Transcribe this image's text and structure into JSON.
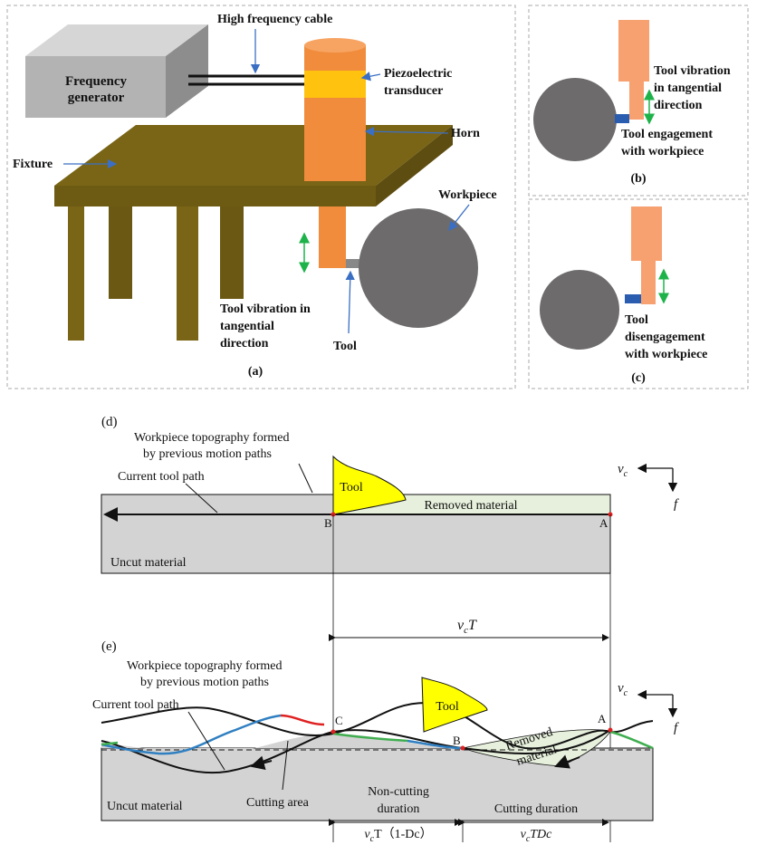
{
  "panel_a": {
    "frequency_generator": [
      "Frequency",
      "generator"
    ],
    "high_frequency_cable": "High frequency cable",
    "piezoelectric_transducer": [
      "Piezoelectric",
      "transducer"
    ],
    "horn": "Horn",
    "fixture": "Fixture",
    "workpiece": "Workpiece",
    "tool_vibration": [
      "Tool vibration in",
      "tangential",
      "direction"
    ],
    "tool": "Tool",
    "caption": "(a)"
  },
  "panel_b": {
    "tool_vibration": [
      "Tool vibration",
      "in tangential",
      "direction"
    ],
    "engagement": [
      "Tool engagement",
      "with workpiece"
    ],
    "caption": "(b)"
  },
  "panel_c": {
    "disengagement": [
      "Tool",
      "disengagement",
      "with workpiece"
    ],
    "caption": "(c)"
  },
  "panel_d": {
    "caption": "(d)",
    "topography": [
      "Workpiece topography formed",
      "by previous motion paths"
    ],
    "current_tool_path": "Current tool path",
    "tool": "Tool",
    "removed_material": "Removed material",
    "uncut_material": "Uncut material",
    "point_b": "B",
    "point_a": "A",
    "vc": "v",
    "vc_sub": "c",
    "f": "f"
  },
  "panel_e": {
    "caption": "(e)",
    "period_main": "v",
    "period_sub": "c",
    "period_t": "T",
    "topography": [
      "Workpiece topography formed",
      "by previous motion paths"
    ],
    "current_tool_path": "Current tool path",
    "tool": "Tool",
    "removed_material": [
      "Removed",
      "material"
    ],
    "uncut_material": "Uncut material",
    "cutting_area": "Cutting area",
    "non_cutting": [
      "Non-cutting",
      "duration"
    ],
    "cutting_duration": "Cutting duration",
    "point_c": "C",
    "point_b": "B",
    "point_a": "A",
    "vc": "v",
    "vc_sub": "c",
    "f": "f",
    "noncut_dim": "T（1-Dc）",
    "cut_dim": "TDc"
  },
  "colors": {
    "tool_fill": "#ffff00",
    "horn": "#f08c3c",
    "transducer": "#ffc20e",
    "fixture": "#7a6516",
    "workpiece": "#6d6b6b",
    "material": "#d3d3d3",
    "removed": "#e6f0dc",
    "path_blue": "#2f7fc1",
    "path_green": "#3fae4f",
    "path_red": "#e02020",
    "arrow_green": "#1eb34a",
    "tool_blue": "#2a5db0"
  }
}
